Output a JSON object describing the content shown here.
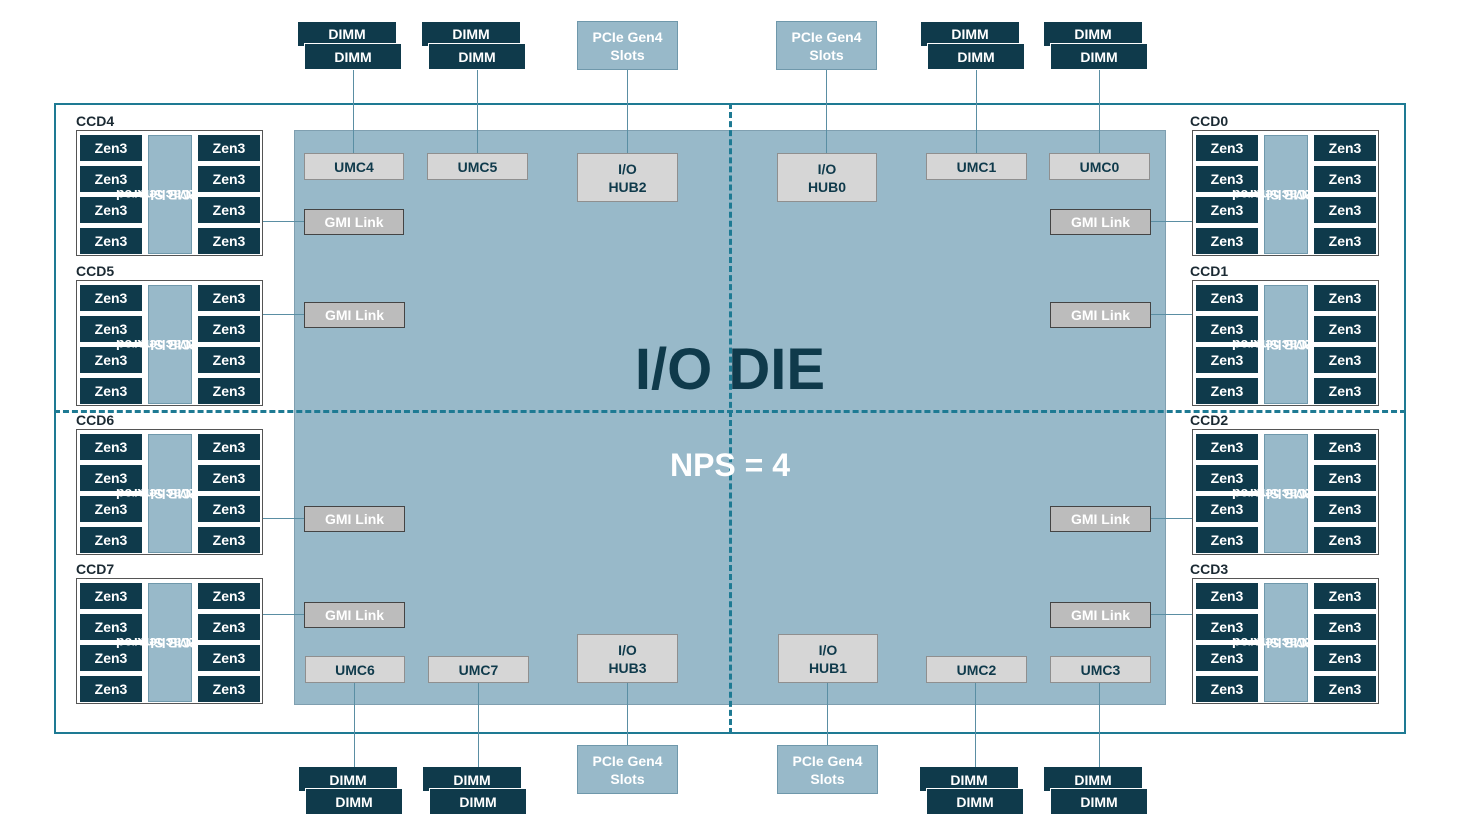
{
  "die_title": "I/O DIE",
  "nps_label": "NPS = 4",
  "dimm_label": "DIMM",
  "umc": [
    "UMC0",
    "UMC1",
    "UMC2",
    "UMC3",
    "UMC4",
    "UMC5",
    "UMC6",
    "UMC7"
  ],
  "io_hub": [
    [
      "I/O",
      "HUB0"
    ],
    [
      "I/O",
      "HUB1"
    ],
    [
      "I/O",
      "HUB2"
    ],
    [
      "I/O",
      "HUB3"
    ]
  ],
  "pcie": [
    "PCIe Gen4",
    "Slots"
  ],
  "gmi_link": "GMI Link",
  "ccd": [
    "CCD0",
    "CCD1",
    "CCD2",
    "CCD3",
    "CCD4",
    "CCD5",
    "CCD6",
    "CCD7"
  ],
  "core_label": "Zen3",
  "l3_cache": [
    "32MB Shared",
    "L3 Cache"
  ],
  "colors": {
    "frame": "#1e7a93",
    "io_die": "#98b9c9",
    "dark_box": "#0f3a4b",
    "umc_box": "#d6d6d6",
    "gmi_box": "#bcbcbc"
  }
}
